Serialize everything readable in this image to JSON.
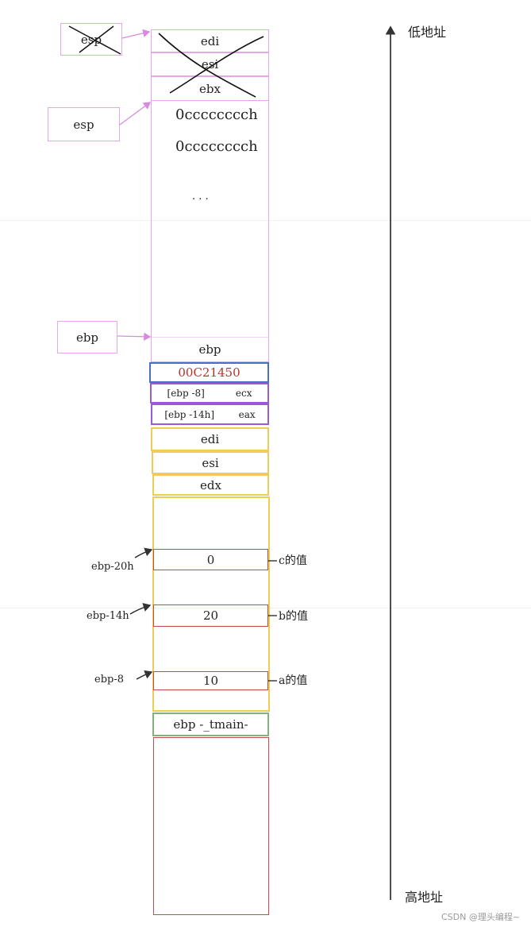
{
  "axis": {
    "top_label": "低地址",
    "bottom_label": "高地址"
  },
  "pointers": {
    "esp_old": "esp",
    "esp": "esp",
    "ebp": "ebp"
  },
  "pink_stack": {
    "edi": "edi",
    "esi": "esi",
    "ebx": "ebx",
    "fill_1": "0cccccccch",
    "fill_2": "0cccccccch",
    "ellipsis": ". . .",
    "ebp_slot": "ebp"
  },
  "return_addr": "00C21450",
  "ecx_slot": {
    "addr": "[ebp -8]",
    "reg": "ecx"
  },
  "eax_slot": {
    "addr": "[ebp -14h]",
    "reg": "eax"
  },
  "yellow_stack": {
    "edi": "edi",
    "esi": "esi",
    "edx": "edx"
  },
  "locals": [
    {
      "offset": "ebp-20h",
      "value": "0",
      "desc": "c的值"
    },
    {
      "offset": "ebp-14h",
      "value": "20",
      "desc": "b的值"
    },
    {
      "offset": "ebp-8",
      "value": "10",
      "desc": "a的值"
    }
  ],
  "main_frame": "ebp -_tmain-",
  "watermark": "CSDN @理头编程~"
}
